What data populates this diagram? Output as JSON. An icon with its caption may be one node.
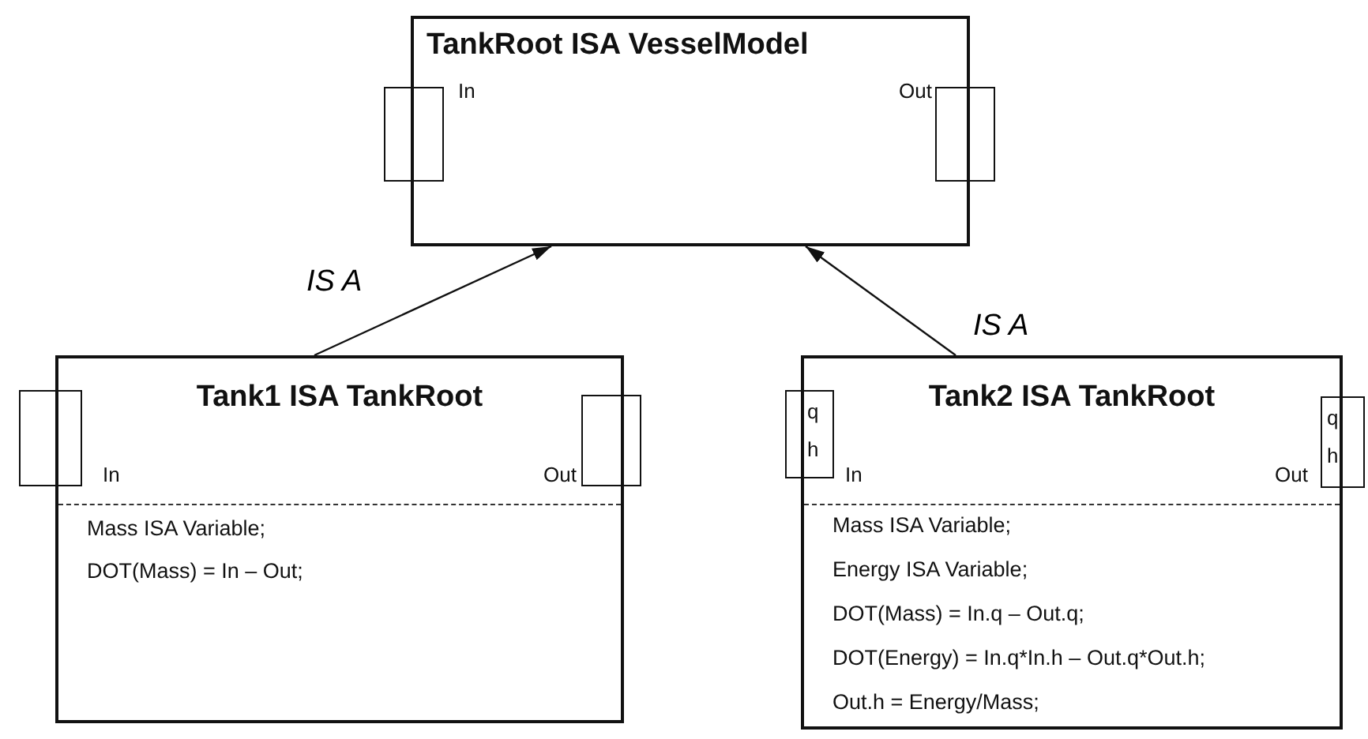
{
  "diagram": {
    "nodes": [
      {
        "text": [
          "TankRoot ISA VesselModel",
          "In",
          "Out"
        ]
      },
      {
        "text": [],
        "shape": "box"
      },
      {
        "text": [],
        "shape": "box"
      },
      {
        "text": [
          "Tank1 ISA TankRoot",
          "In",
          "Out",
          "Mass ISA Variable;",
          "DOT(Mass) = In – Out;"
        ]
      },
      {
        "text": [],
        "shape": "box"
      },
      {
        "text": [],
        "shape": "box"
      },
      {
        "text": [
          "Tank2 ISA TankRoot",
          "In",
          "Out",
          "Mass ISA Variable;",
          "Energy ISA Variable;",
          "DOT(Mass) = In.q – Out.q;",
          "DOT(Energy) = In.q*In.h – Out.q*Out.h;",
          "Out.h = Energy/Mass;"
        ]
      },
      {
        "text": [
          "q",
          "h"
        ]
      },
      {
        "text": [
          "q",
          "h"
        ]
      }
    ],
    "edges": [
      {
        "from": 3,
        "to": 0,
        "arrow": "to",
        "label": "IS A"
      },
      {
        "from": 6,
        "to": 0,
        "arrow": "to",
        "label": "IS A"
      }
    ]
  }
}
